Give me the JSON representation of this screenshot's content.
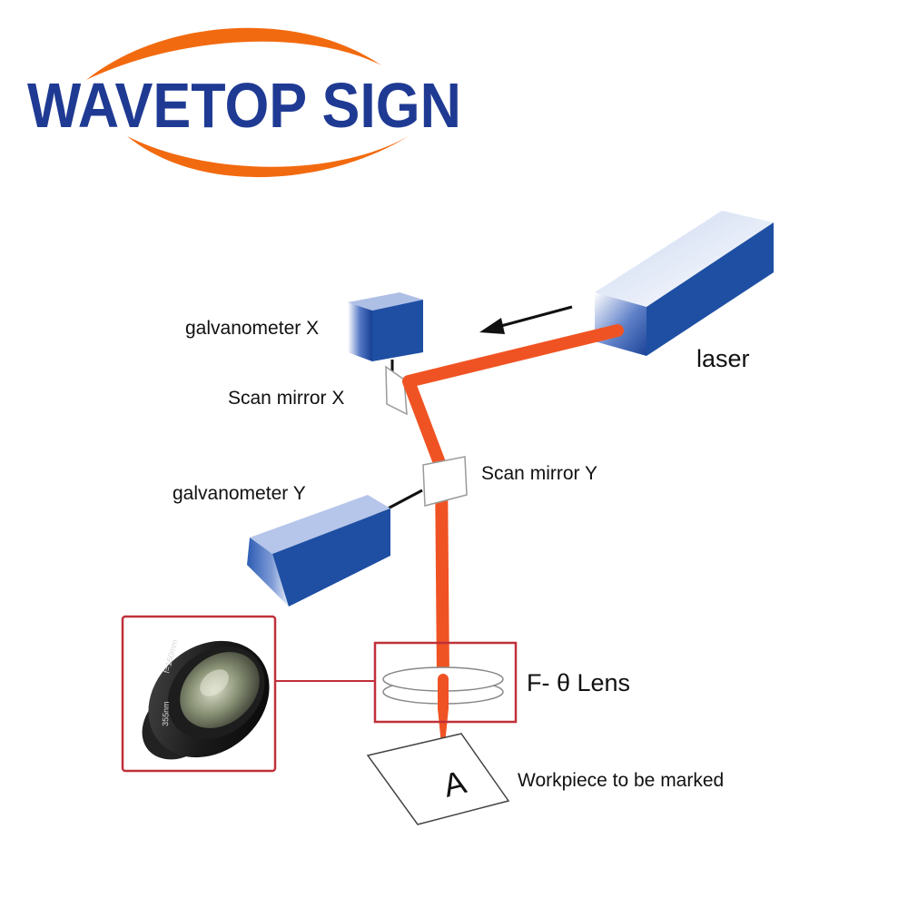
{
  "brand": {
    "name": "WAVETOP SIGN",
    "text_color": "#1f3a93",
    "swoosh_color": "#f26a0f"
  },
  "colors": {
    "beam": "#f05323",
    "box_blue": "#1e4fa3",
    "frame_red": "#c0303a"
  },
  "labels": {
    "laser": "laser",
    "galvanometer_x": "galvanometer X",
    "scan_mirror_x": "Scan mirror X",
    "galvanometer_y": "galvanometer Y",
    "scan_mirror_y": "Scan mirror Y",
    "lens": "F- θ Lens",
    "workpiece": "Workpiece to be marked",
    "workpiece_letter": "A"
  },
  "lens_photo": {
    "ring_text_1": "f=160mm",
    "ring_text_2": "355nm"
  }
}
